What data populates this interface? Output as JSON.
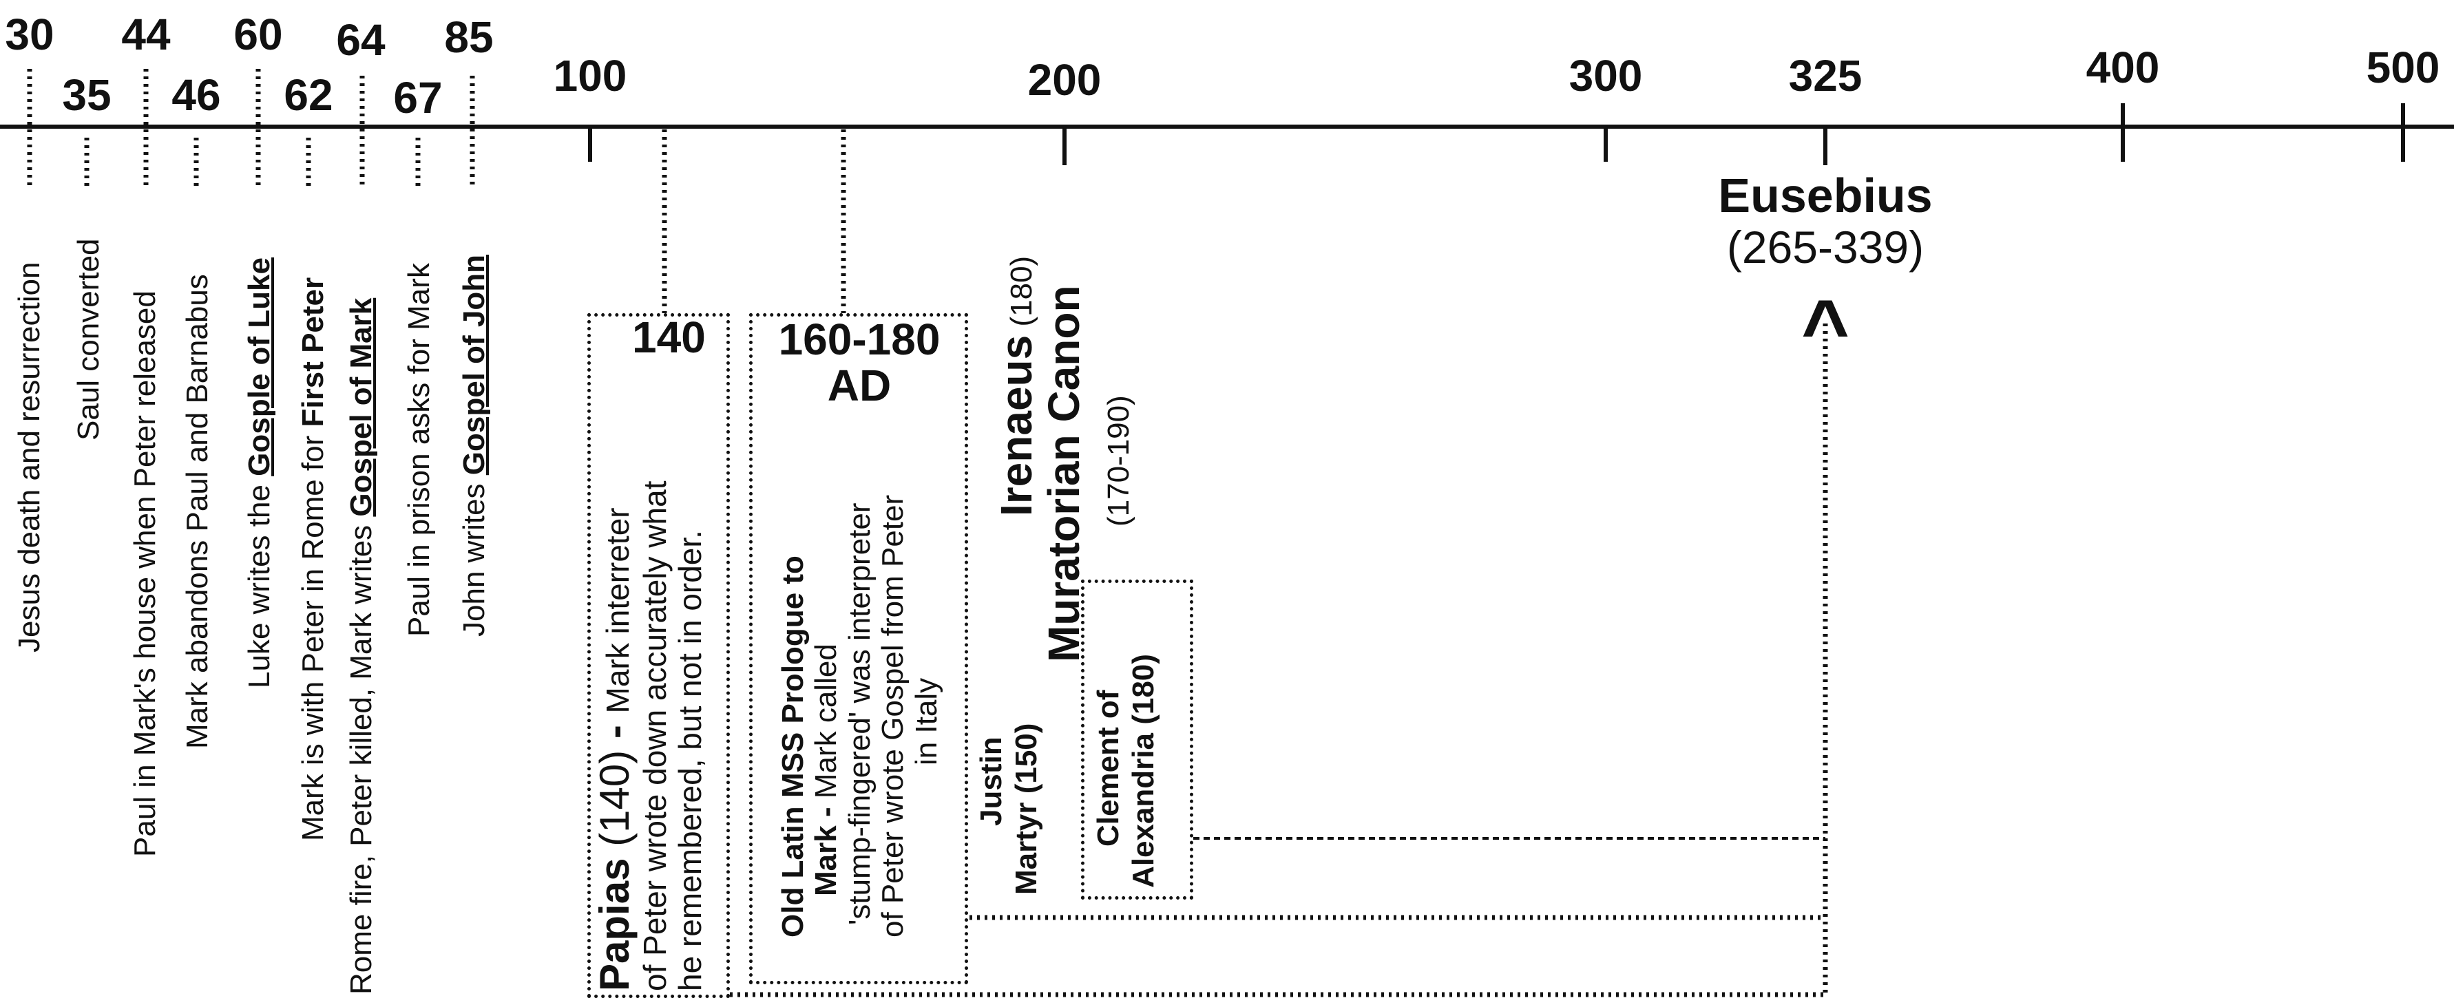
{
  "timeline": {
    "early_ticks": [
      {
        "label": "30",
        "year": 30
      },
      {
        "label": "35",
        "year": 35
      },
      {
        "label": "44",
        "year": 44
      },
      {
        "label": "46",
        "year": 46
      },
      {
        "label": "60",
        "year": 60
      },
      {
        "label": "62",
        "year": 62
      },
      {
        "label": "64",
        "year": 64
      },
      {
        "label": "67",
        "year": 67
      },
      {
        "label": "85",
        "year": 85
      }
    ],
    "major_ticks": [
      {
        "label": "100",
        "year": 100
      },
      {
        "label": "200",
        "year": 200
      },
      {
        "label": "300",
        "year": 300
      },
      {
        "label": "325",
        "year": 325
      },
      {
        "label": "400",
        "year": 400
      },
      {
        "label": "500",
        "year": 500
      }
    ]
  },
  "events": {
    "e30": {
      "text": "Jesus death and resurrection"
    },
    "e35": {
      "text": "Saul converted"
    },
    "e44": {
      "text": "Paul in  Mark's house when Peter released"
    },
    "e46": {
      "text": "Mark abandons Paul and Barnabus"
    },
    "e60": {
      "pre": "Luke writes the ",
      "em": "Gosple of Luke"
    },
    "e62": {
      "pre": "Mark is with Peter in Rome for ",
      "em": "First Peter"
    },
    "e64": {
      "pre": "Rome fire, Peter killed, Mark writes ",
      "em": "Gospel of Mark"
    },
    "e67": {
      "text": "Paul in prison asks for Mark"
    },
    "e85": {
      "pre": "John writes ",
      "em": "Gospel of John"
    }
  },
  "papias": {
    "year_label": "140",
    "name": "Papias",
    "date": " (140) ",
    "dash": "- ",
    "desc1": "Mark interreter",
    "desc2": "of Peter wrote down accurately what",
    "desc3": "he remembered, but not in order."
  },
  "old_latin": {
    "year_label": "160-180",
    "era": "AD",
    "title1": "Old Latin MSS Prologue to",
    "title2": "Mark - ",
    "desc1": "Mark called",
    "desc2": "'stump-fingered' was interpreter",
    "desc3": "of Peter wrote Gospel from Peter",
    "desc4": "in Italy"
  },
  "justin": {
    "line1": "Justin",
    "line2": "Martyr (150)"
  },
  "irenaeus": {
    "name": "Irenaeus",
    "date": " (180)"
  },
  "muratorian": {
    "name": "Muratorian Canon",
    "date": "(170-190)"
  },
  "clement": {
    "line1": "Clement of",
    "line2": "Alexandria (180)"
  },
  "eusebius": {
    "name": "Eusebius",
    "date": "(265-339)",
    "arrow": "^"
  }
}
